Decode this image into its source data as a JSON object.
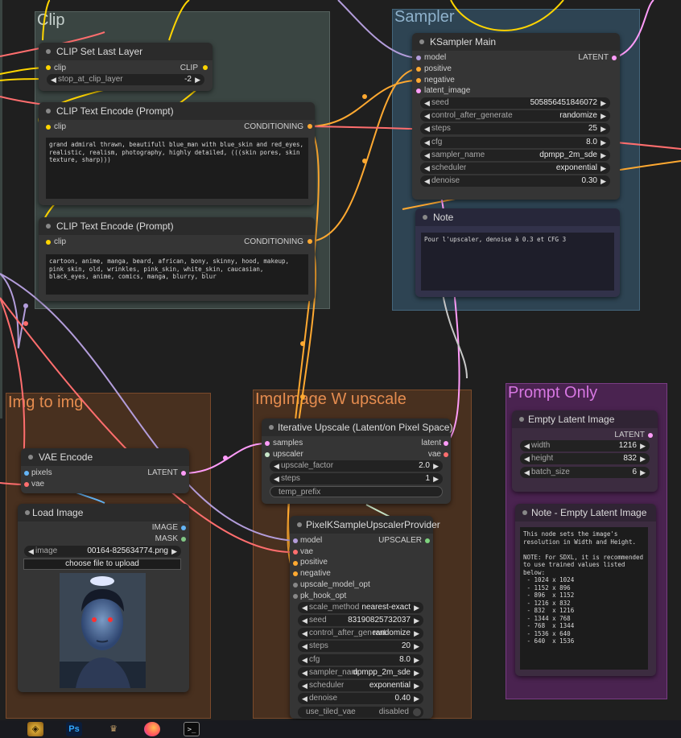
{
  "groups": {
    "clip": {
      "title": "Clip"
    },
    "sampler": {
      "title": "Sampler"
    },
    "img_to_img": {
      "title": "Img to img"
    },
    "img_upscale": {
      "title": "ImgImage W upscale"
    },
    "prompt_only": {
      "title": "Prompt Only"
    }
  },
  "nodes": {
    "clip_set_last_layer": {
      "title": "CLIP Set Last Layer",
      "input_clip": "clip",
      "output_clip": "CLIP",
      "widget_label": "stop_at_clip_layer",
      "widget_value": "-2"
    },
    "clip_text_encode_positive": {
      "title": "CLIP Text Encode (Prompt)",
      "input_clip": "clip",
      "output": "CONDITIONING",
      "text": "grand admiral thrawn, beautifull blue_man with blue_skin and red_eyes, realistic, realism, photography, highly detailed, (((skin pores, skin texture, sharp)))"
    },
    "clip_text_encode_negative": {
      "title": "CLIP Text Encode (Prompt)",
      "input_clip": "clip",
      "output": "CONDITIONING",
      "text": "cartoon, anime, manga, beard, african, bony, skinny, hood, makeup, pink skin, old, wrinkles, pink_skin, white_skin, caucasian, black_eyes, anime, comics, manga, blurry, blur"
    },
    "ksampler_main": {
      "title": "KSampler Main",
      "inputs": [
        "model",
        "positive",
        "negative",
        "latent_image"
      ],
      "output": "LATENT",
      "widgets": [
        {
          "label": "seed",
          "value": "505856451846072"
        },
        {
          "label": "control_after_generate",
          "value": "randomize"
        },
        {
          "label": "steps",
          "value": "25"
        },
        {
          "label": "cfg",
          "value": "8.0"
        },
        {
          "label": "sampler_name",
          "value": "dpmpp_2m_sde"
        },
        {
          "label": "scheduler",
          "value": "exponential"
        },
        {
          "label": "denoise",
          "value": "0.30"
        }
      ]
    },
    "note": {
      "title": "Note",
      "text": "Pour l'upscaler, denoise à 0.3 et CFG 3"
    },
    "vae_encode": {
      "title": "VAE Encode",
      "inputs": [
        "pixels",
        "vae"
      ],
      "output": "LATENT"
    },
    "load_image": {
      "title": "Load Image",
      "outputs": [
        "IMAGE",
        "MASK"
      ],
      "widget_label": "image",
      "widget_value": "00164-825634774.png",
      "upload_label": "choose file to upload"
    },
    "iterative_upscale": {
      "title": "Iterative Upscale (Latent/on Pixel Space)",
      "inputs": [
        "samples",
        "upscaler"
      ],
      "outputs": [
        "latent",
        "vae"
      ],
      "widgets": [
        {
          "label": "upscale_factor",
          "value": "2.0"
        },
        {
          "label": "steps",
          "value": "1"
        }
      ],
      "text_widget": "temp_prefix"
    },
    "pixel_ksample_upscaler": {
      "title": "PixelKSampleUpscalerProvider",
      "inputs": [
        "model",
        "vae",
        "positive",
        "negative",
        "upscale_model_opt",
        "pk_hook_opt"
      ],
      "output": "UPSCALER",
      "widgets": [
        {
          "label": "scale_method",
          "value": "nearest-exact"
        },
        {
          "label": "seed",
          "value": "83190825732037"
        },
        {
          "label": "control_after_generate",
          "value": "randomize"
        },
        {
          "label": "steps",
          "value": "20"
        },
        {
          "label": "cfg",
          "value": "8.0"
        },
        {
          "label": "sampler_name",
          "value": "dpmpp_2m_sde"
        },
        {
          "label": "scheduler",
          "value": "exponential"
        },
        {
          "label": "denoise",
          "value": "0.40"
        }
      ],
      "toggle_label": "use_tiled_vae",
      "toggle_value": "disabled"
    },
    "empty_latent": {
      "title": "Empty Latent Image",
      "output": "LATENT",
      "widgets": [
        {
          "label": "width",
          "value": "1216"
        },
        {
          "label": "height",
          "value": "832"
        },
        {
          "label": "batch_size",
          "value": "6"
        }
      ]
    },
    "note_empty_latent": {
      "title": "Note - Empty Latent Image",
      "text": "This node sets the image's resolution in Width and Height.\n\nNOTE: For SDXL, it is recommended to use trained values listed below:\n - 1024 x 1024\n - 1152 x 896\n - 896  x 1152\n - 1216 x 832\n - 832  x 1216\n - 1344 x 768\n - 768  x 1344\n - 1536 x 640\n - 640  x 1536"
    }
  },
  "taskbar": {
    "icons": [
      "warcraft-icon",
      "photoshop-icon",
      "diablo-icon",
      "firefox-icon",
      "terminal-icon"
    ],
    "photoshop_label": "Ps"
  },
  "colors": {
    "wire_clip": "#ffd500",
    "wire_conditioning": "#ffa931",
    "wire_model": "#b39ddb",
    "wire_latent": "#ff9cf9",
    "wire_vae": "#ff6e6e",
    "wire_image": "#64b5f6",
    "wire_upscaler": "#c8e6c9",
    "group_clip": "#3f4a47",
    "group_sampler": "#2e4453",
    "group_orange": "#4a2f22",
    "group_purple": "#4d2450"
  }
}
